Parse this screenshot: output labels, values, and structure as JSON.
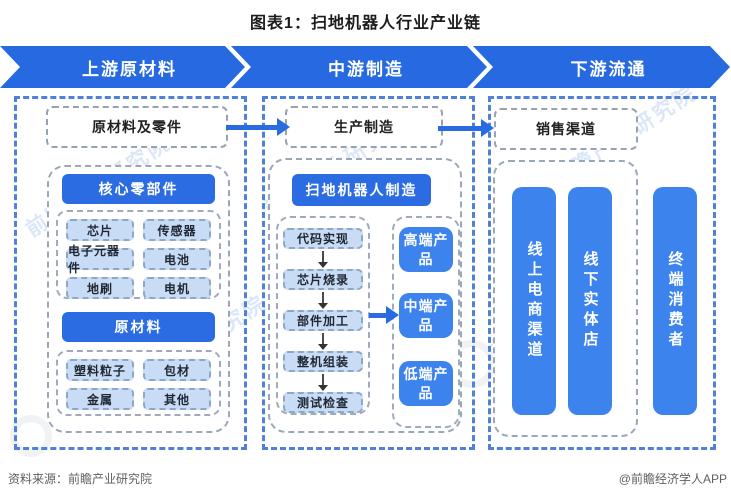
{
  "title": "图表1：扫地机器人行业产业链",
  "banners": [
    {
      "label": "上游原材料"
    },
    {
      "label": "中游制造"
    },
    {
      "label": "下游流通"
    }
  ],
  "upstream": {
    "top_box": "原材料及零件",
    "groups": [
      {
        "header": "核心零部件",
        "items": [
          "芯片",
          "传感器",
          "电子元器件",
          "电池",
          "地刷",
          "电机"
        ]
      },
      {
        "header": "原材料",
        "items": [
          "塑料粒子",
          "包材",
          "金属",
          "其他"
        ]
      }
    ]
  },
  "midstream": {
    "top_box": "生产制造",
    "header": "扫地机器人制造",
    "steps": [
      "代码实现",
      "芯片烧录",
      "部件加工",
      "整机组装",
      "测试检查"
    ],
    "products": [
      "高端产品",
      "中端产品",
      "低端产品"
    ]
  },
  "downstream": {
    "top_box": "销售渠道",
    "channels": [
      "线上电商渠道",
      "线下实体店",
      "终端消费者"
    ]
  },
  "footer": {
    "source": "资料来源：前瞻产业研究院",
    "credit": "@前瞻经济学人APP"
  },
  "watermark": "前瞻产业研究院",
  "colors": {
    "banner_blue": "#2669e1",
    "header_blue": "#2b6ce3",
    "bar_blue": "#3c83ee",
    "item_bg": "#c9dcf5",
    "column_dash": "#4f80da"
  }
}
